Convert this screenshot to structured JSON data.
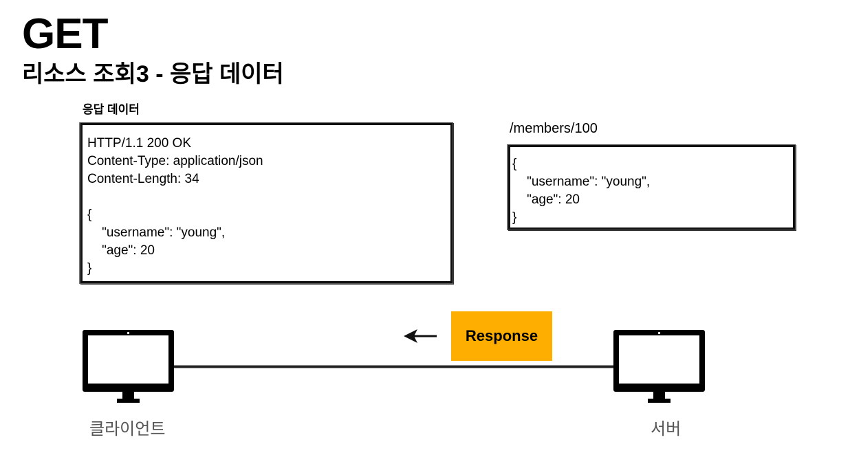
{
  "header": {
    "title": "GET",
    "subtitle": "리소스 조회3 - 응답 데이터"
  },
  "response_panel": {
    "label": "응답 데이터",
    "lines": [
      "HTTP/1.1 200 OK",
      "Content-Type: application/json",
      "Content-Length: 34",
      "",
      "{",
      "    \"username\": \"young\",",
      "    \"age\": 20",
      "}"
    ]
  },
  "resource_panel": {
    "path": "/members/100",
    "lines": [
      "{",
      "    \"username\": \"young\",",
      "    \"age\": 20",
      "}"
    ]
  },
  "flow": {
    "message_label": "Response",
    "direction": "server-to-client",
    "message_color": "#FDAE00"
  },
  "nodes": {
    "client_label": "클라이언트",
    "server_label": "서버",
    "icon": "monitor-icon"
  }
}
